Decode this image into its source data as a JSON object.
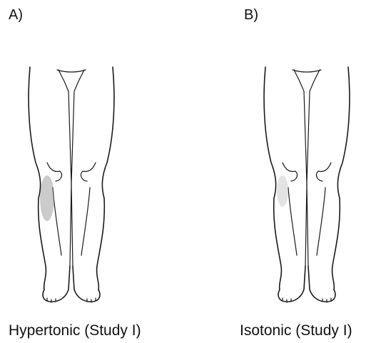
{
  "panels": [
    {
      "label": "A)",
      "caption": "Hypertonic (Study I)",
      "shading_level": "darker",
      "shading_color": "#8c8c8c"
    },
    {
      "label": "B)",
      "caption": "Isotonic (Study I)",
      "shading_level": "lighter",
      "shading_color": "#b8b8b8"
    }
  ]
}
